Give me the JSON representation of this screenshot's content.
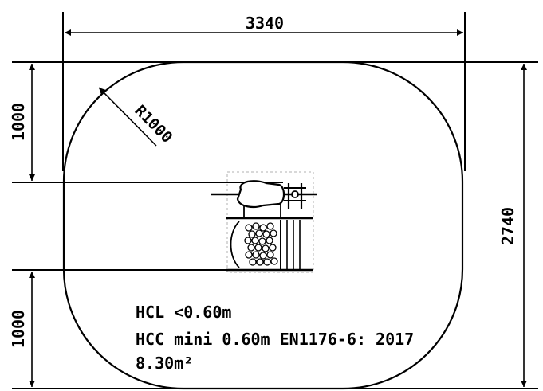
{
  "colors": {
    "ink": "#000000",
    "paper": "#ffffff"
  },
  "dimensions": {
    "width": "3340",
    "height": "2740",
    "top_offset": "1000",
    "bottom_offset": "1000",
    "radius": "R1000"
  },
  "notes": {
    "hcl": "HCL <0.60m",
    "hcc": "HCC mini 0.60m EN1176-6: 2017",
    "area": "8.30m²"
  }
}
